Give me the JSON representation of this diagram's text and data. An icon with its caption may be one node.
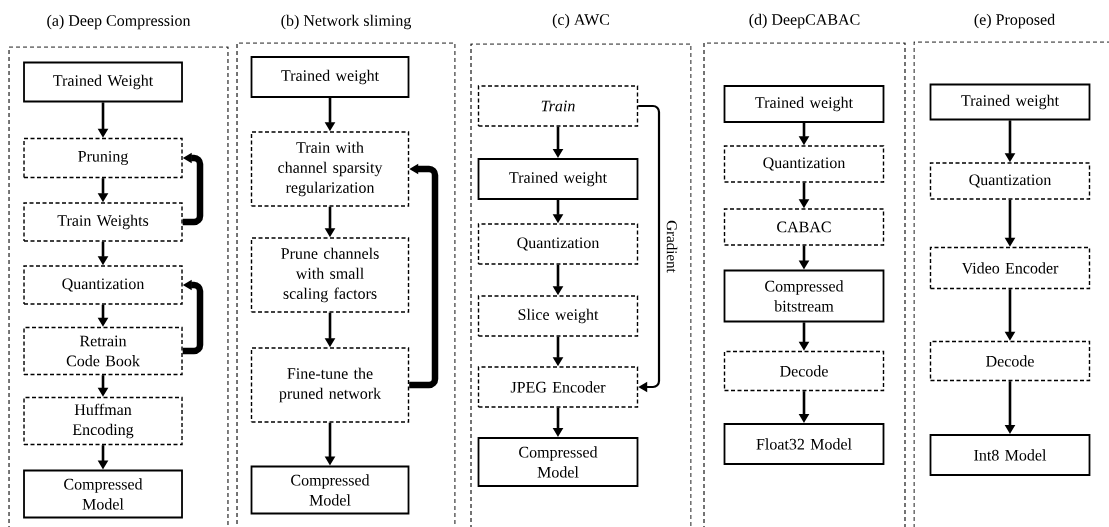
{
  "diagram": {
    "nodes": [
      {
        "text": [
          "(a) Deep Compression"
        ]
      },
      {
        "text": [
          "Trained Weight"
        ],
        "in": 0
      },
      {
        "text": [
          "Pruning"
        ],
        "in": 0
      },
      {
        "text": [
          "Train Weights"
        ],
        "in": 0
      },
      {
        "text": [
          "Quantization"
        ],
        "in": 0
      },
      {
        "text": [
          "Retrain Code Book"
        ],
        "in": 0
      },
      {
        "text": [
          "Huffman Encoding"
        ],
        "in": 0
      },
      {
        "text": [
          "Compressed Model"
        ],
        "in": 0
      },
      {
        "text": [
          "(b) Network sliming"
        ]
      },
      {
        "text": [
          "Trained weight"
        ],
        "in": 8
      },
      {
        "text": [
          "Train with channel sparsity regularization"
        ],
        "in": 8
      },
      {
        "text": [
          "Prune channels with small scaling factors"
        ],
        "in": 8
      },
      {
        "text": [
          "Fine-tune the pruned network"
        ],
        "in": 8
      },
      {
        "text": [
          "Compressed Model"
        ],
        "in": 8
      },
      {
        "text": [
          "(c) AWC"
        ]
      },
      {
        "text": [
          "Train"
        ],
        "in": 14
      },
      {
        "text": [
          "Trained weight"
        ],
        "in": 14
      },
      {
        "text": [
          "Quantization"
        ],
        "in": 14
      },
      {
        "text": [
          "Slice weight"
        ],
        "in": 14
      },
      {
        "text": [
          "JPEG Encoder"
        ],
        "in": 14
      },
      {
        "text": [
          "Compressed Model"
        ],
        "in": 14
      },
      {
        "text": [
          "(d) DeepCABAC"
        ]
      },
      {
        "text": [
          "Trained weight"
        ],
        "in": 21
      },
      {
        "text": [
          "Quantization"
        ],
        "in": 21
      },
      {
        "text": [
          "CABAC"
        ],
        "in": 21
      },
      {
        "text": [
          "Compressed bitstream"
        ],
        "in": 21
      },
      {
        "text": [
          "Decode"
        ],
        "in": 21
      },
      {
        "text": [
          "Float32 Model"
        ],
        "in": 21
      },
      {
        "text": [
          "(e) Proposed"
        ]
      },
      {
        "text": [
          "Trained weight"
        ],
        "in": 28
      },
      {
        "text": [
          "Quantization"
        ],
        "in": 28
      },
      {
        "text": [
          "Video Encoder"
        ],
        "in": 28
      },
      {
        "text": [
          "Decode"
        ],
        "in": 28
      },
      {
        "text": [
          "Int8 Model"
        ],
        "in": 28
      }
    ],
    "edges": [
      {
        "from": 1,
        "to": 2,
        "arrow": "to"
      },
      {
        "from": 2,
        "to": 3,
        "arrow": "to"
      },
      {
        "from": 3,
        "to": 2,
        "arrow": "to",
        "style": "thick"
      },
      {
        "from": 3,
        "to": 4,
        "arrow": "to"
      },
      {
        "from": 4,
        "to": 5,
        "arrow": "to"
      },
      {
        "from": 5,
        "to": 4,
        "arrow": "to",
        "style": "thick"
      },
      {
        "from": 5,
        "to": 6,
        "arrow": "to"
      },
      {
        "from": 6,
        "to": 7,
        "arrow": "to"
      },
      {
        "from": 9,
        "to": 10,
        "arrow": "to"
      },
      {
        "from": 10,
        "to": 11,
        "arrow": "to"
      },
      {
        "from": 11,
        "to": 12,
        "arrow": "to"
      },
      {
        "from": 12,
        "to": 10,
        "arrow": "to",
        "style": "thick"
      },
      {
        "from": 12,
        "to": 13,
        "arrow": "to"
      },
      {
        "from": 15,
        "to": 16,
        "arrow": "to"
      },
      {
        "from": 16,
        "to": 17,
        "arrow": "to"
      },
      {
        "from": 17,
        "to": 18,
        "arrow": "to"
      },
      {
        "from": 18,
        "to": 19,
        "arrow": "to"
      },
      {
        "from": 15,
        "to": 19,
        "arrow": "to",
        "label": "Gradient"
      },
      {
        "from": 19,
        "to": 20,
        "arrow": "to"
      },
      {
        "from": 22,
        "to": 23,
        "arrow": "to"
      },
      {
        "from": 23,
        "to": 24,
        "arrow": "to"
      },
      {
        "from": 24,
        "to": 25,
        "arrow": "to"
      },
      {
        "from": 25,
        "to": 26,
        "arrow": "to"
      },
      {
        "from": 26,
        "to": 27,
        "arrow": "to"
      },
      {
        "from": 29,
        "to": 30,
        "arrow": "to"
      },
      {
        "from": 30,
        "to": 31,
        "arrow": "to"
      },
      {
        "from": 31,
        "to": 32,
        "arrow": "to"
      },
      {
        "from": 32,
        "to": 33,
        "arrow": "to"
      }
    ]
  }
}
